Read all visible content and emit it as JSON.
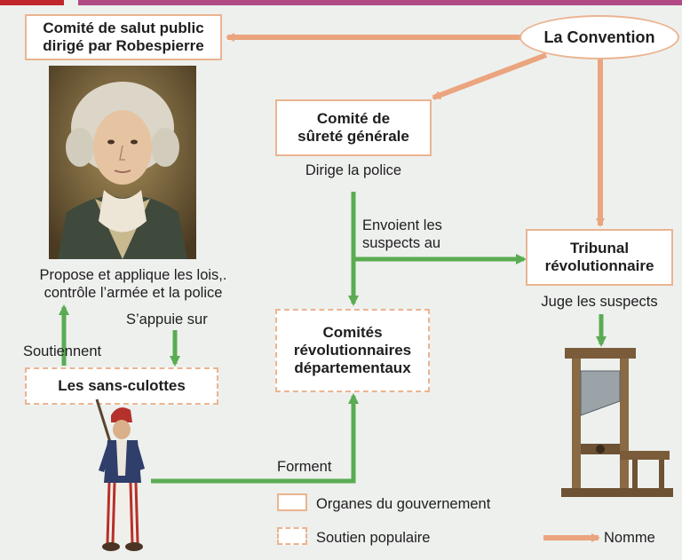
{
  "nodes": {
    "comite_salut_public": "Comité de salut public\ndirigé par Robespierre",
    "convention": "La Convention",
    "comite_surete": "Comité de\nsûreté générale",
    "tribunal": "Tribunal\nrévolutionnaire",
    "comites_revolutionnaires": "Comités\nrévolutionnaires\ndépartementaux",
    "sans_culottes": "Les sans-culottes"
  },
  "labels": {
    "dirige_police": "Dirige la police",
    "envoient": "Envoient les\nsuspects au",
    "propose": "Propose et applique les lois,.\ncontrôle l’armée et la police",
    "appuie": "S’appuie sur",
    "soutiennent": "Soutiennent",
    "juge": "Juge les suspects",
    "forment": "Forment"
  },
  "legend": {
    "gov": "Organes du gouvernement",
    "pop": "Soutien populaire",
    "nomme": "Nomme"
  },
  "colors": {
    "nomme_arrow": "#eaa47e",
    "green_arrow": "#5aac52",
    "box_border": "#eab491",
    "top_red": "#c0262b",
    "top_pink": "#b24a86"
  }
}
